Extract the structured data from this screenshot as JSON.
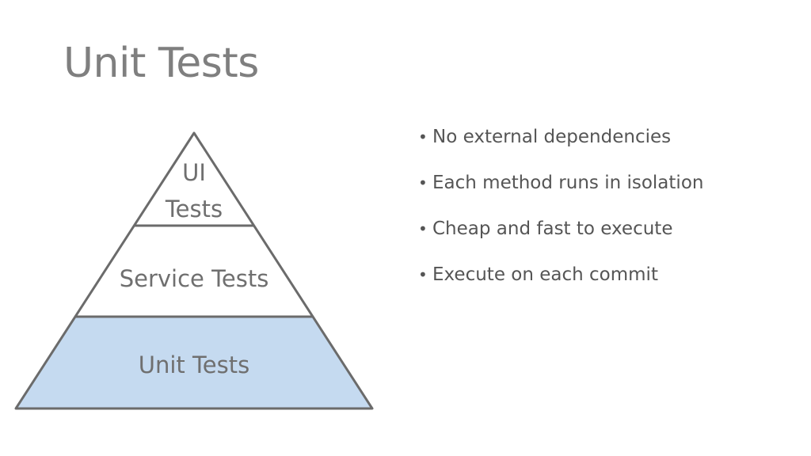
{
  "title": "Unit Tests",
  "pyramid": {
    "layers": [
      {
        "label_lines": [
          "UI",
          "Tests"
        ]
      },
      {
        "label_lines": [
          "Service Tests"
        ]
      },
      {
        "label_lines": [
          "Unit Tests"
        ]
      }
    ]
  },
  "bullets": [
    "No external dependencies",
    "Each method runs in isolation",
    "Cheap and fast to execute",
    "Execute on each commit"
  ],
  "colors": {
    "title": "#7f7f7f",
    "outline": "#6b6b6b",
    "unit_fill": "#c5daf0",
    "layer_fill": "#ffffff",
    "text": "#555555"
  }
}
